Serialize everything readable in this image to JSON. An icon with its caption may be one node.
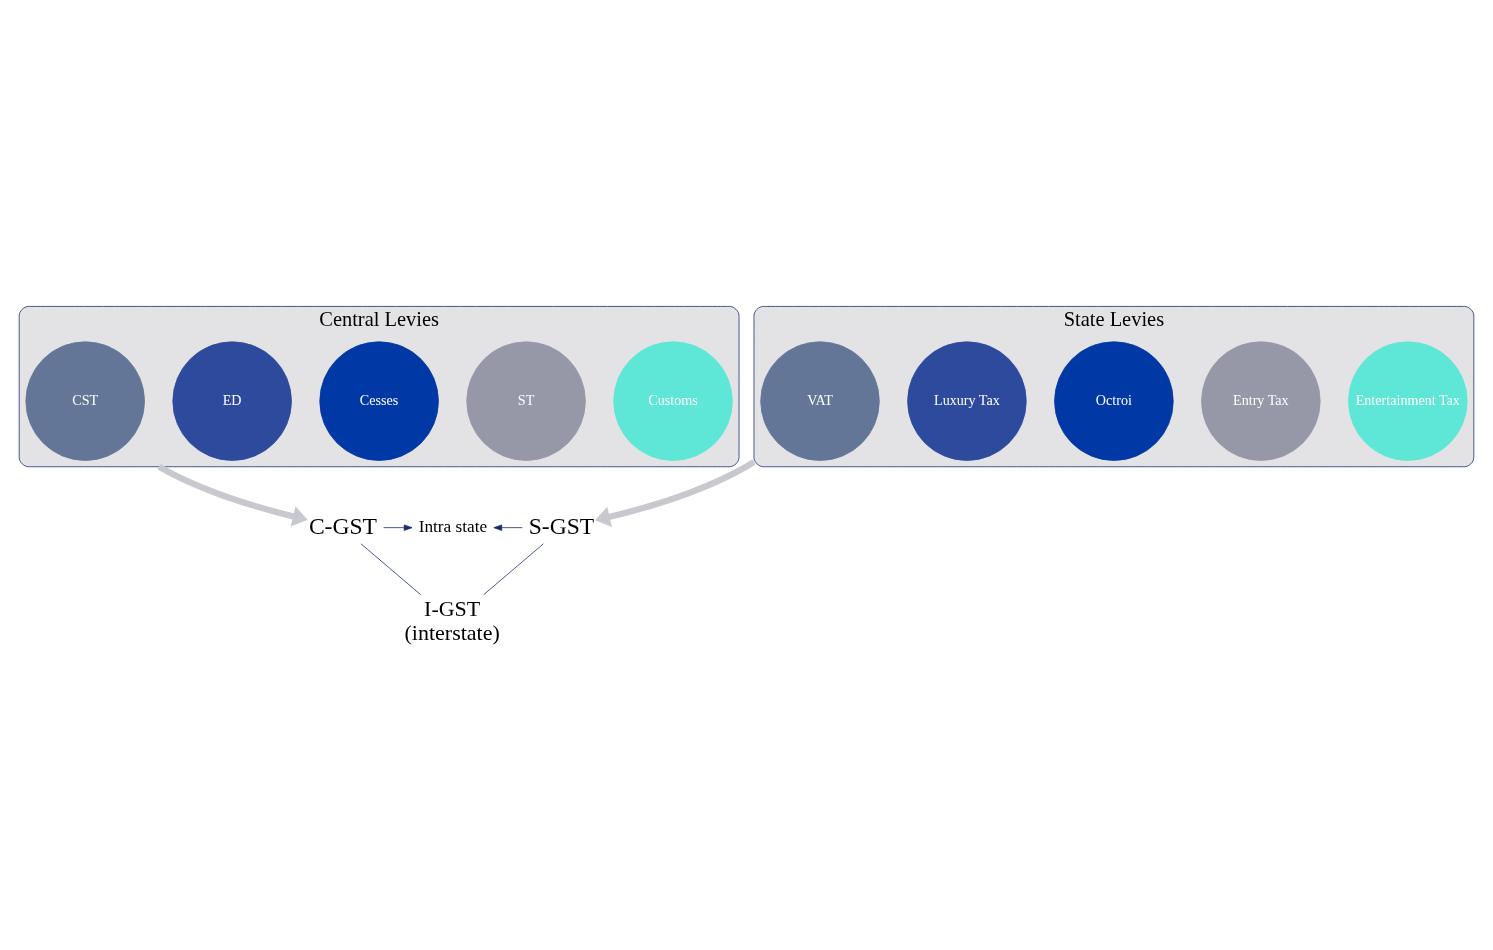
{
  "diagram": {
    "nodes": [
      {
        "text": [
          "Central Levies"
        ]
      },
      {
        "text": [
          "Customs"
        ],
        "in": 0
      },
      {
        "text": [
          "ST"
        ],
        "in": 0
      },
      {
        "text": [
          "Cesses"
        ],
        "in": 0
      },
      {
        "text": [
          "ED"
        ],
        "in": 0
      },
      {
        "text": [
          "CST"
        ],
        "in": 0
      },
      {
        "text": [
          "State Levies"
        ]
      },
      {
        "text": [
          "Entertainment Tax"
        ],
        "in": 6
      },
      {
        "text": [
          "Entry Tax"
        ],
        "in": 6
      },
      {
        "text": [
          "Octroi"
        ],
        "in": 6
      },
      {
        "text": [
          "Luxury Tax"
        ],
        "in": 6
      },
      {
        "text": [
          "VAT"
        ],
        "in": 6
      },
      {
        "text": [
          "C-GST"
        ]
      },
      {
        "text": [
          "Intra state"
        ]
      },
      {
        "text": [
          "S-GST"
        ]
      },
      {
        "text": [
          "I-GST",
          "(interstate)"
        ]
      }
    ],
    "edges": [
      {
        "from": 0,
        "to": 12,
        "arrow": "to",
        "style": "thick",
        "color": "#c8c9ce"
      },
      {
        "from": 6,
        "to": 14,
        "arrow": "to",
        "style": "thick",
        "color": "#c8c9ce"
      },
      {
        "from": 12,
        "to": 13,
        "arrow": "to"
      },
      {
        "from": 14,
        "to": 13,
        "arrow": "to"
      },
      {
        "from": 12,
        "to": 15,
        "arrow": "none"
      },
      {
        "from": 14,
        "to": 15,
        "arrow": "none"
      }
    ]
  }
}
